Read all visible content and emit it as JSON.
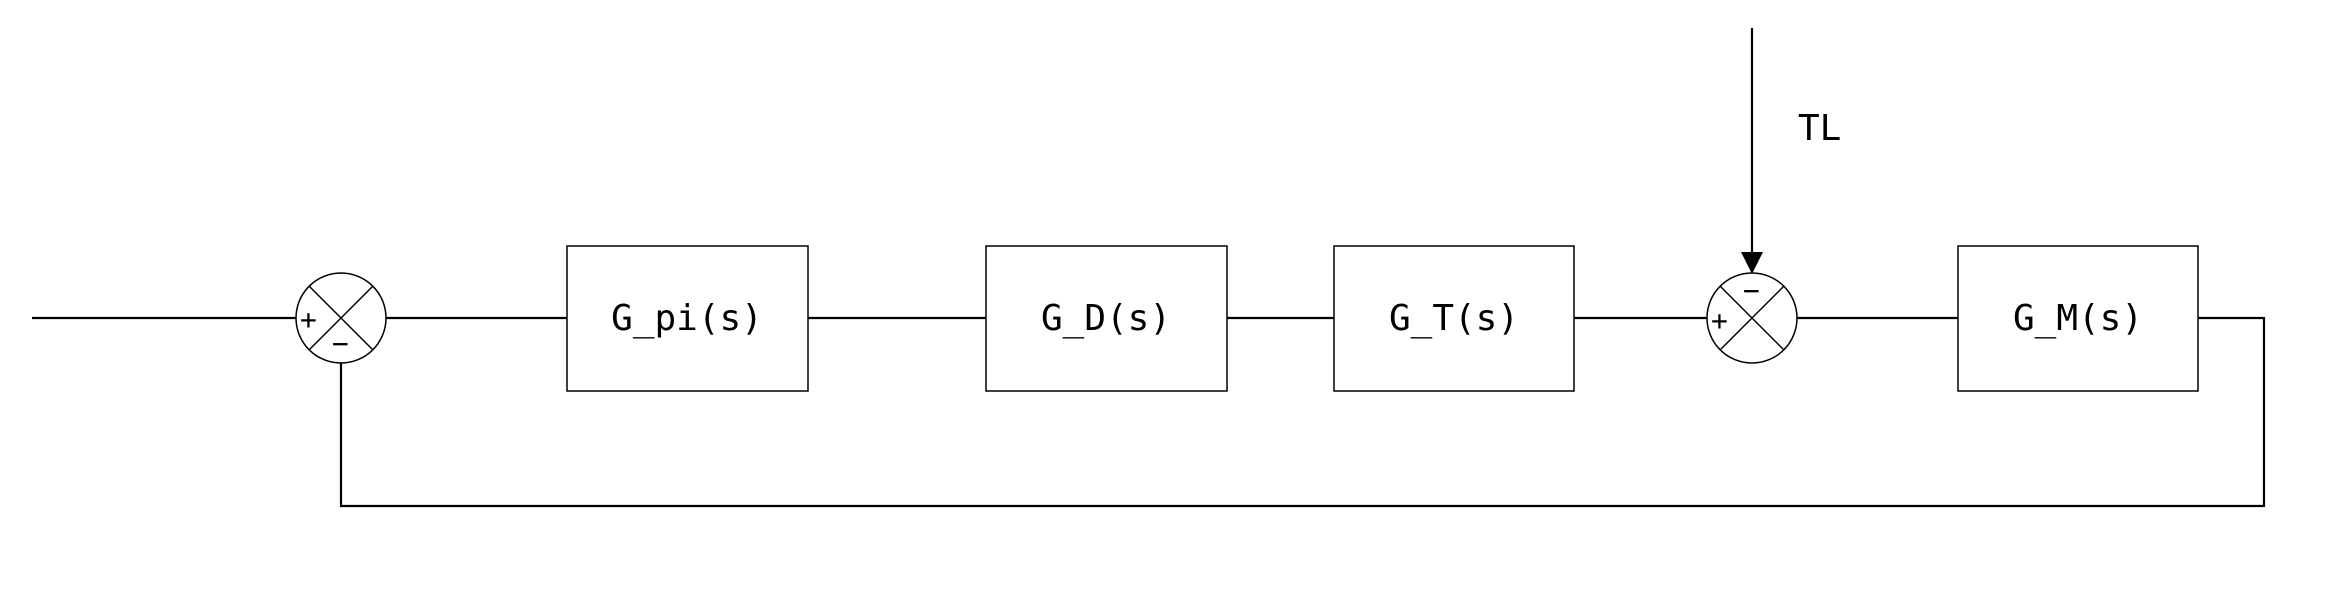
{
  "blocks": {
    "gpi": "G_pi(s)",
    "gd": "G_D(s)",
    "gt": "G_T(s)",
    "gm": "G_M(s)"
  },
  "disturbance_label": "TL",
  "summing_junction_1": {
    "top_sign": "+",
    "bottom_sign": "−"
  },
  "summing_junction_2": {
    "top_sign": "−",
    "bottom_sign": "+"
  }
}
